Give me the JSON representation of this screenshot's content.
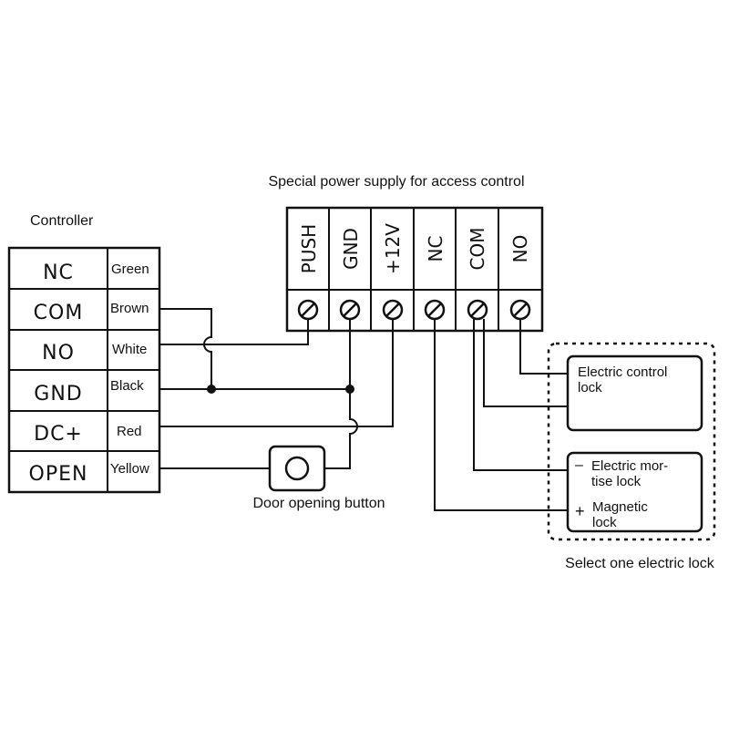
{
  "title": "Special power supply for access control",
  "controller": {
    "title": "Controller",
    "rows": [
      {
        "terminal": "NC",
        "wire": "Green"
      },
      {
        "terminal": "COM",
        "wire": "Brown"
      },
      {
        "terminal": "NO",
        "wire": "White"
      },
      {
        "terminal": "GND",
        "wire": "Black"
      },
      {
        "terminal": "DC+",
        "wire": "Red"
      },
      {
        "terminal": "OPEN",
        "wire": "Yellow"
      }
    ]
  },
  "power_supply": {
    "terminals": [
      "PUSH",
      "GND",
      "+12V",
      "NC",
      "COM",
      "NO"
    ]
  },
  "door_button": {
    "label": "Door opening button"
  },
  "locks": {
    "group_label": "Select one electric lock",
    "control_lock": {
      "line1": "Electric control",
      "line2": "lock"
    },
    "mortise_lock": {
      "sign": "–",
      "line1": "Electric mor-",
      "line2": "tise lock"
    },
    "magnetic_lock": {
      "sign": "+",
      "line1": "Magnetic",
      "line2": "lock"
    }
  },
  "icons": {
    "screw": "screw-terminal-icon",
    "button": "push-button-icon",
    "junction": "junction-dot-icon"
  }
}
